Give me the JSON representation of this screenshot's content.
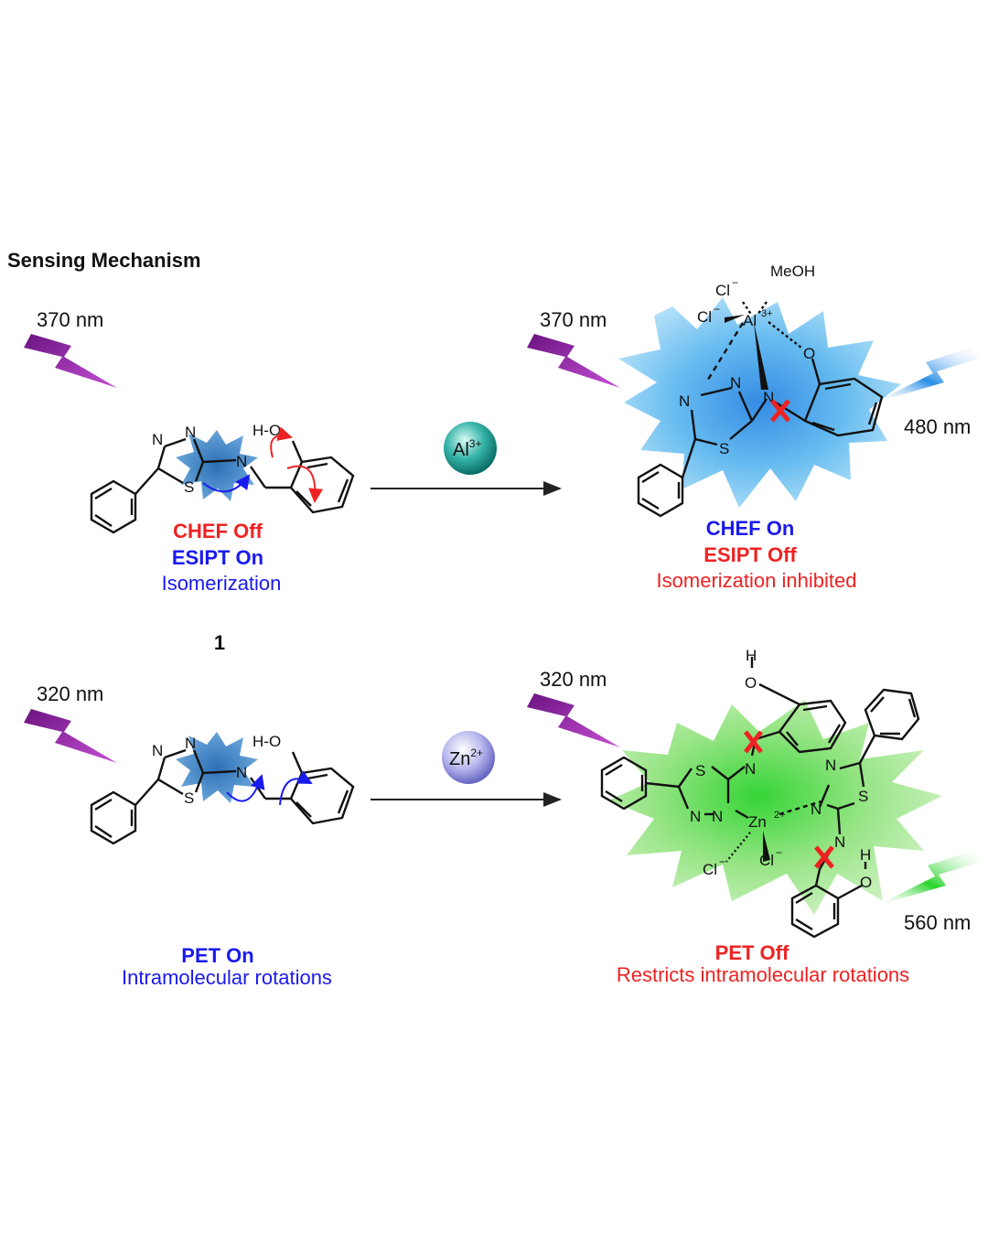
{
  "title": "Sensing Mechanism",
  "compound_label": "1",
  "ions": {
    "al": "Al",
    "al_charge": "3+",
    "zn": "Zn",
    "zn_charge": "2+"
  },
  "top_left": {
    "excitation": "370 nm",
    "chef": "CHEF Off",
    "esipt": "ESIPT On",
    "process": "Isomerization"
  },
  "top_right": {
    "excitation": "370 nm",
    "emission": "480 nm",
    "chef": "CHEF On",
    "esipt": "ESIPT Off",
    "process": "Isomerization inhibited"
  },
  "bottom_left": {
    "excitation": "320 nm",
    "pet": "PET On",
    "process": "Intramolecular rotations"
  },
  "bottom_right": {
    "excitation": "320 nm",
    "emission": "560 nm",
    "pet": "PET Off",
    "process": "Restricts intramolecular rotations"
  },
  "atoms": {
    "N": "N",
    "S": "S",
    "O": "O",
    "H": "H",
    "HO": "H-O",
    "Cl": "Cl",
    "minus": "−",
    "MeOH": "MeOH",
    "Al": "Al",
    "Zn": "Zn"
  },
  "colors": {
    "red": "#ee2222",
    "blue": "#1a1aee",
    "purple": "#8a1f9e",
    "glow_blue": "#3aa6e6",
    "glow_green": "#7ee05a",
    "arrow": "#222222"
  }
}
